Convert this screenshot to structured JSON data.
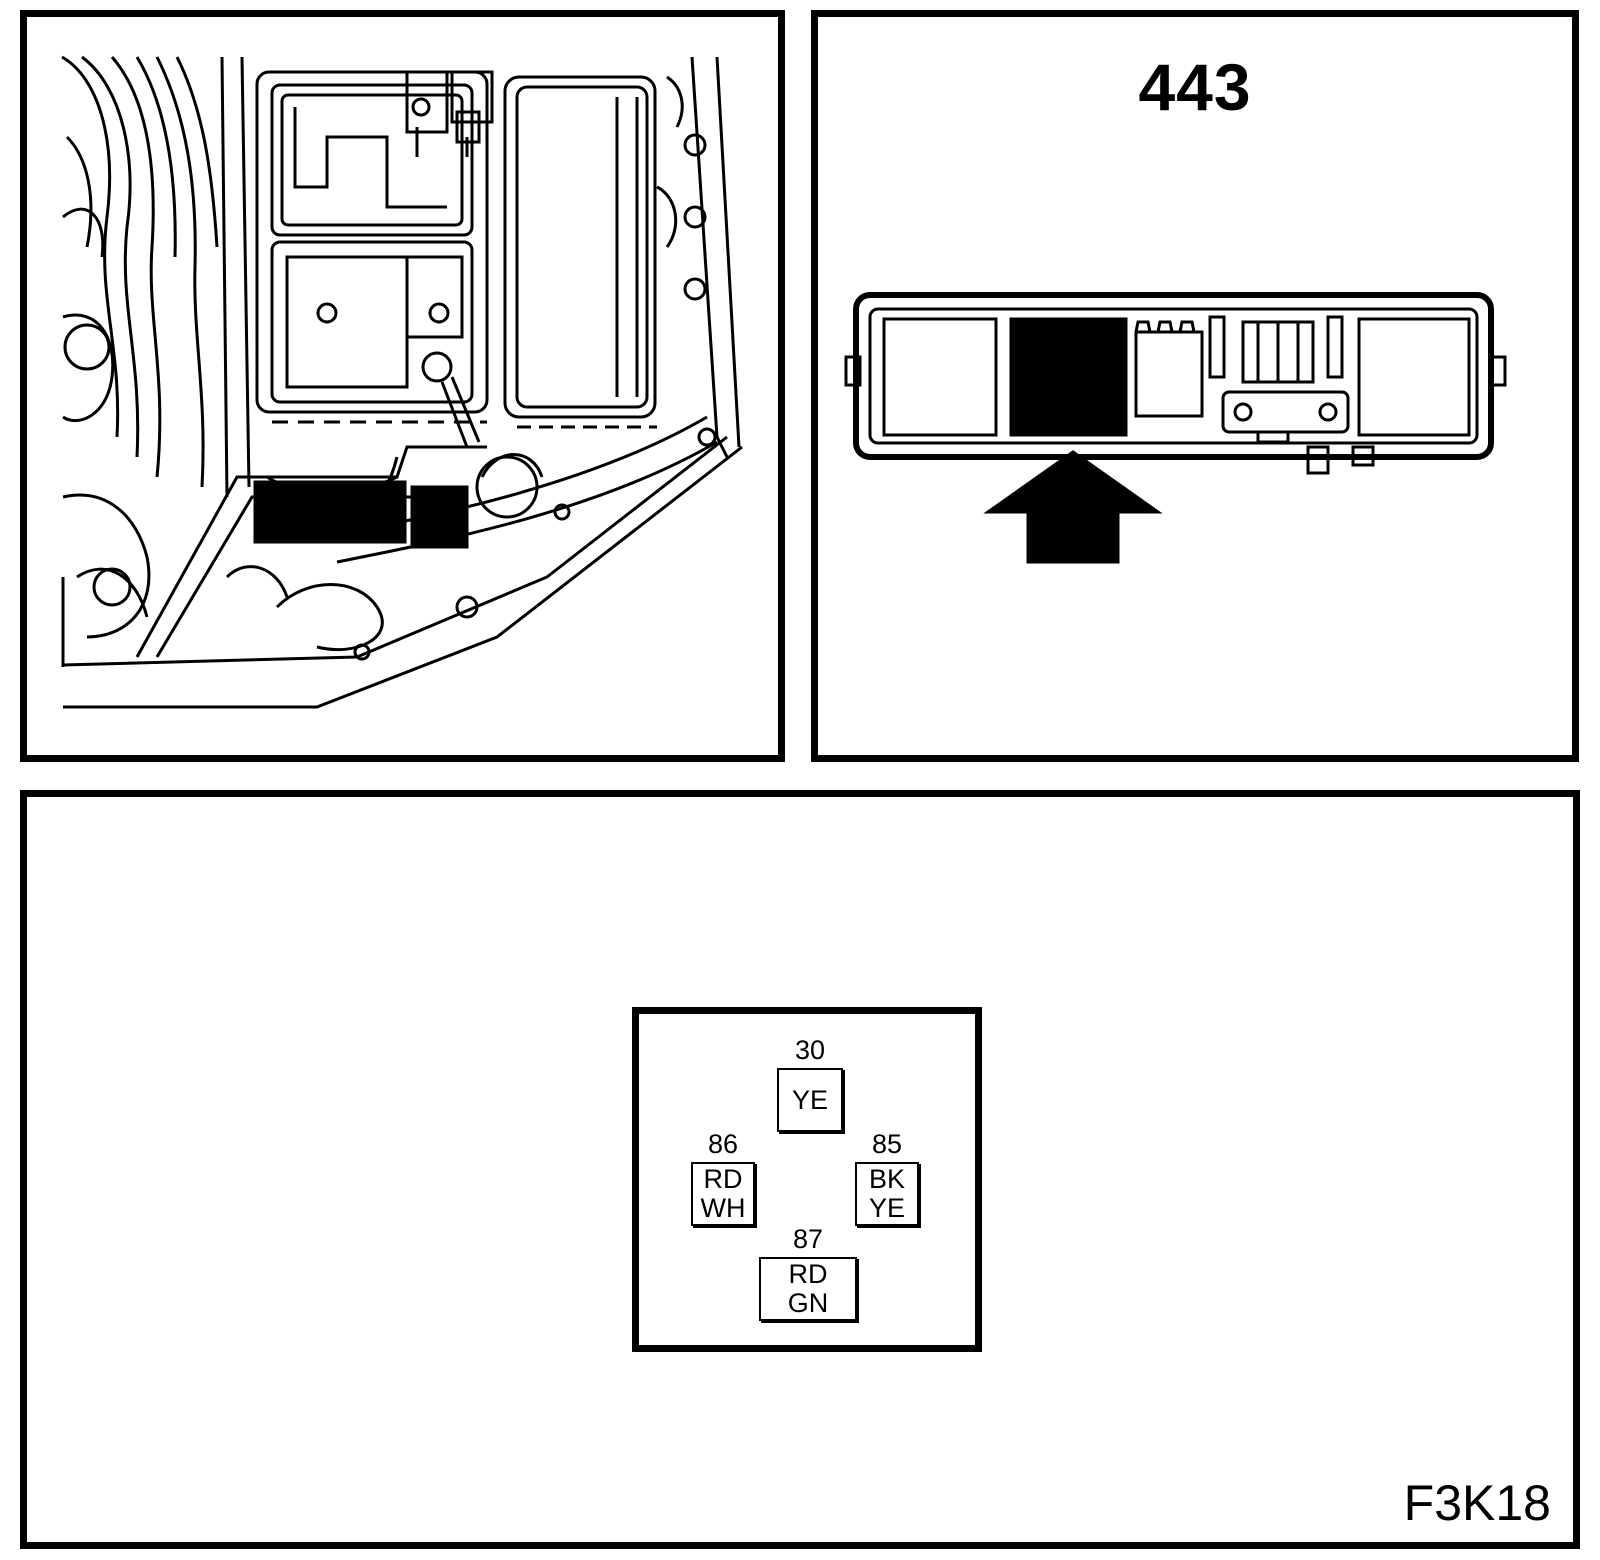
{
  "relay_panel": {
    "reference_number": "443"
  },
  "connector": {
    "pins": [
      {
        "number": "30",
        "colors": [
          "YE"
        ]
      },
      {
        "number": "86",
        "colors": [
          "RD",
          "WH"
        ]
      },
      {
        "number": "85",
        "colors": [
          "BK",
          "YE"
        ]
      },
      {
        "number": "87",
        "colors": [
          "RD",
          "GN"
        ]
      }
    ]
  },
  "figure_code": "F3K18"
}
